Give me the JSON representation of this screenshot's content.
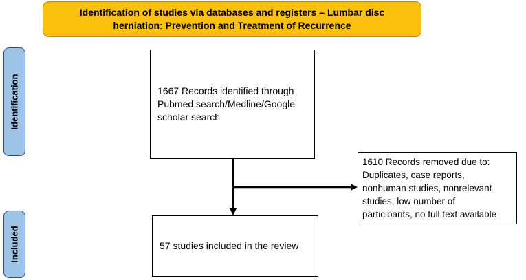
{
  "title": {
    "line1": "Identification of studies via databases and registers – Lumbar disc",
    "line2": "herniation: Prevention and Treatment of Recurrence"
  },
  "phases": {
    "identification": "Identification",
    "included": "Included"
  },
  "boxes": {
    "records_identified": {
      "line1": "1667 Records identified through",
      "line2": "Pubmed search/Medline/Google",
      "line3": "scholar search"
    },
    "records_removed": {
      "line1": "1610 Records removed due to:",
      "line2": "Duplicates, case reports,",
      "line3": "nonhuman studies, nonrelevant",
      "line4": "studies, low number of",
      "line5": "participants, no full text available"
    },
    "studies_included": {
      "line1": "57 studies included in the review"
    }
  },
  "colors": {
    "title_fill": "#fbbf0e",
    "phase_fill": "#9dc3e6",
    "phase_border": "#2f4f7a"
  }
}
